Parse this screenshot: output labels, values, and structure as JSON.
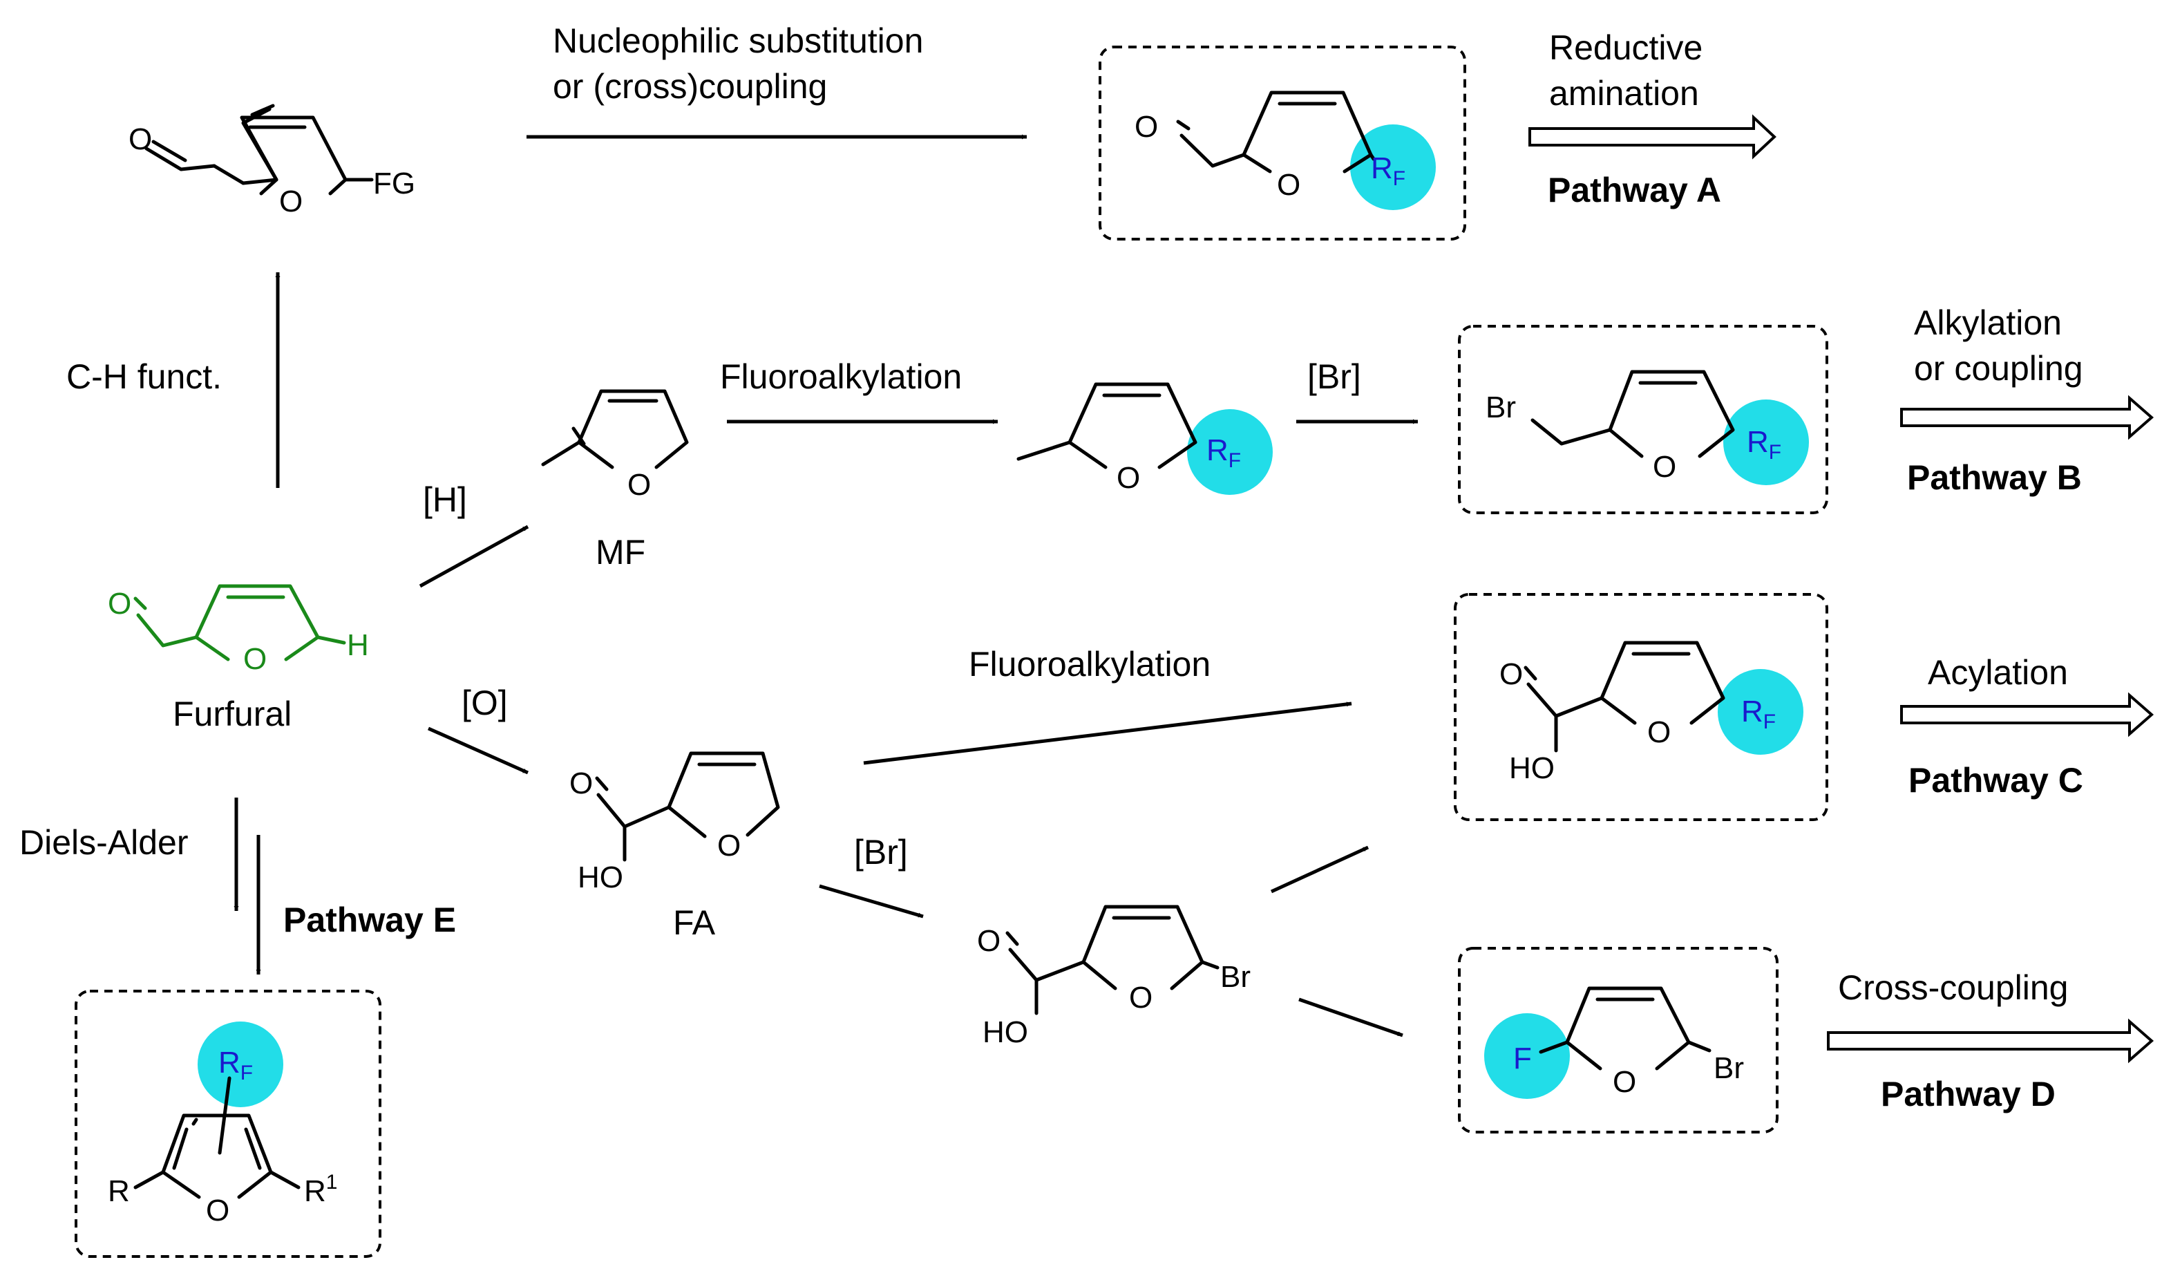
{
  "labels": {
    "nucleophilic_1": "Nucleophilic substitution",
    "nucleophilic_2": "or (cross)coupling",
    "reductive_1": "Reductive",
    "reductive_2": "amination",
    "pathway_a": "Pathway A",
    "ch_funct": "C-H funct.",
    "h_reagent": "[H]",
    "mf": "MF",
    "fluoroalkylation_top": "Fluoroalkylation",
    "br_top": "[Br]",
    "alkylation_1": "Alkylation",
    "alkylation_2": "or coupling",
    "pathway_b": "Pathway B",
    "furfural": "Furfural",
    "o_reagent": "[O]",
    "fluoroalkylation_mid": "Fluoroalkylation",
    "acylation": "Acylation",
    "pathway_c": "Pathway C",
    "diels_alder": "Diels-Alder",
    "pathway_e": "Pathway E",
    "fa": "FA",
    "br_mid": "[Br]",
    "cross_coupling": "Cross-coupling",
    "pathway_d": "Pathway D"
  },
  "atoms": {
    "O": "O",
    "H": "H",
    "HO": "HO",
    "Br": "Br",
    "FG": "FG",
    "F": "F",
    "R": "R",
    "R_main": "R",
    "R_sub": "F",
    "R1_main": "R",
    "R1_sup": "1"
  },
  "colors": {
    "furfural": "#1a8a1a",
    "rf_ball": "#22dde8",
    "rf_text": "#1a1acc"
  }
}
